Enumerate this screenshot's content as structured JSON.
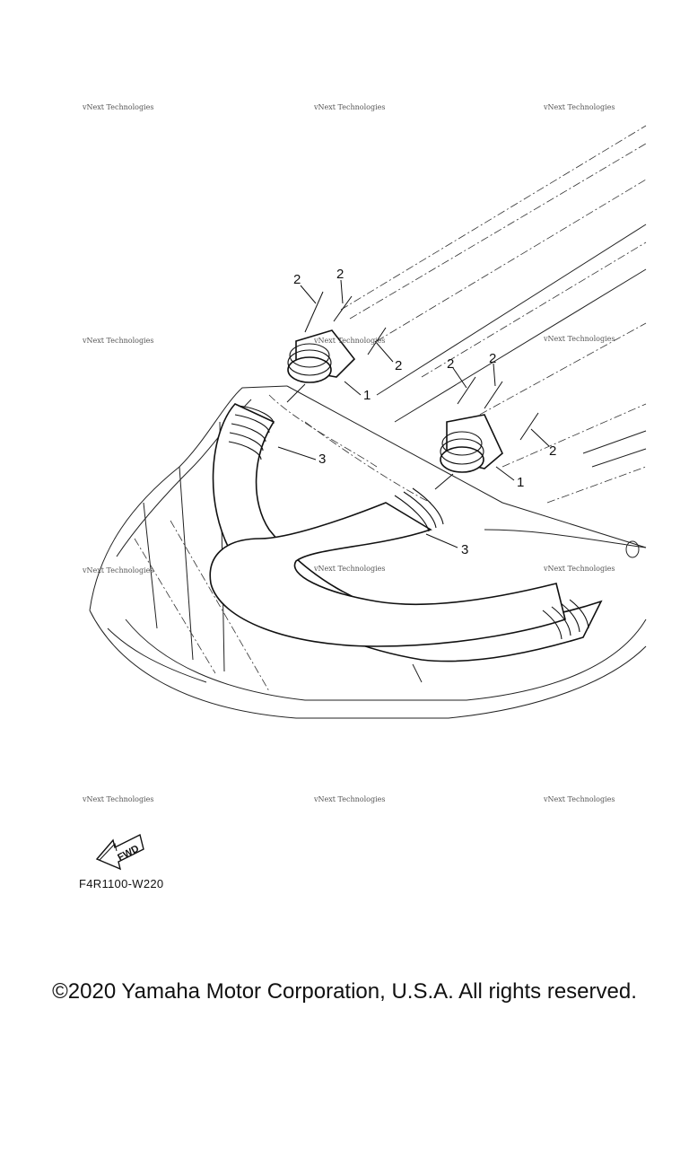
{
  "diagram": {
    "callouts": {
      "c2a": "2",
      "c2b": "2",
      "c2c": "2",
      "c2d": "2",
      "c2e": "2",
      "c2f": "2",
      "c1a": "1",
      "c1b": "1",
      "c3a": "3",
      "c3b": "3"
    },
    "watermark": "vNext Technologies",
    "fwd_arrow": "FWD"
  },
  "footer": {
    "drawing_code": "F4R1100-W220",
    "copyright": "©2020 Yamaha Motor Corporation, U.S.A. All rights reserved."
  }
}
